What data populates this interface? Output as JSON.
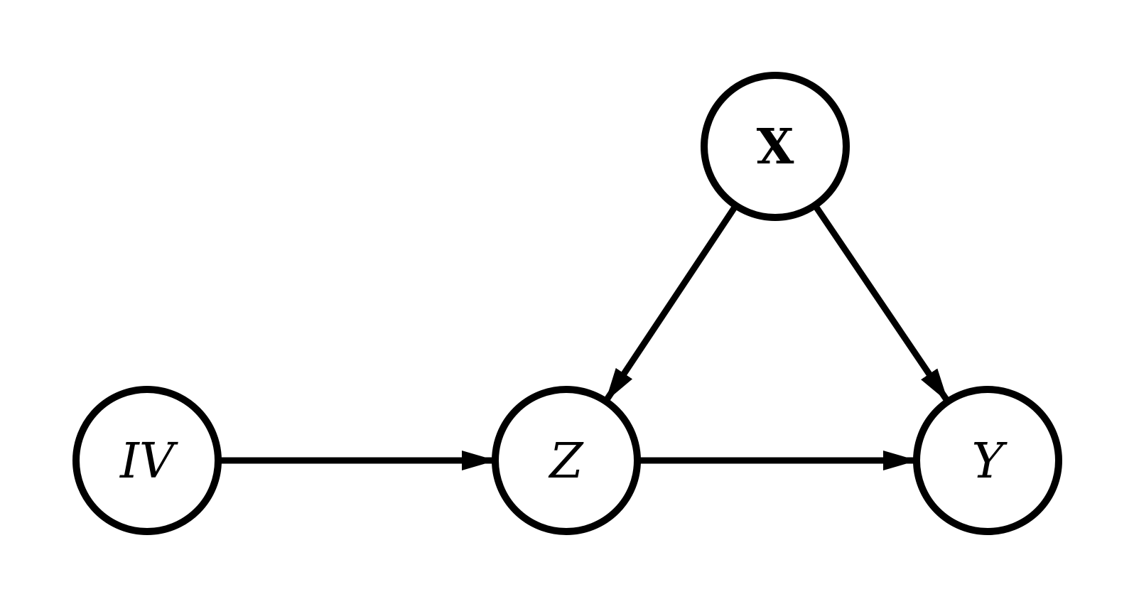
{
  "diagram": {
    "type": "causal-dag",
    "background_color": "#ffffff",
    "stroke_color": "#000000",
    "nodes": {
      "iv": {
        "label": "IV",
        "shape": "circle",
        "text_style": "italic"
      },
      "x": {
        "label": "X",
        "shape": "circle",
        "text_style": "bold"
      },
      "z": {
        "label": "Z",
        "shape": "circle",
        "text_style": "italic"
      },
      "y": {
        "label": "Y",
        "shape": "circle",
        "text_style": "italic"
      }
    },
    "edges": [
      {
        "from": "IV",
        "to": "Z",
        "style": "arrow"
      },
      {
        "from": "X",
        "to": "Z",
        "style": "arrow"
      },
      {
        "from": "X",
        "to": "Y",
        "style": "arrow"
      },
      {
        "from": "Z",
        "to": "Y",
        "style": "arrow"
      }
    ]
  }
}
